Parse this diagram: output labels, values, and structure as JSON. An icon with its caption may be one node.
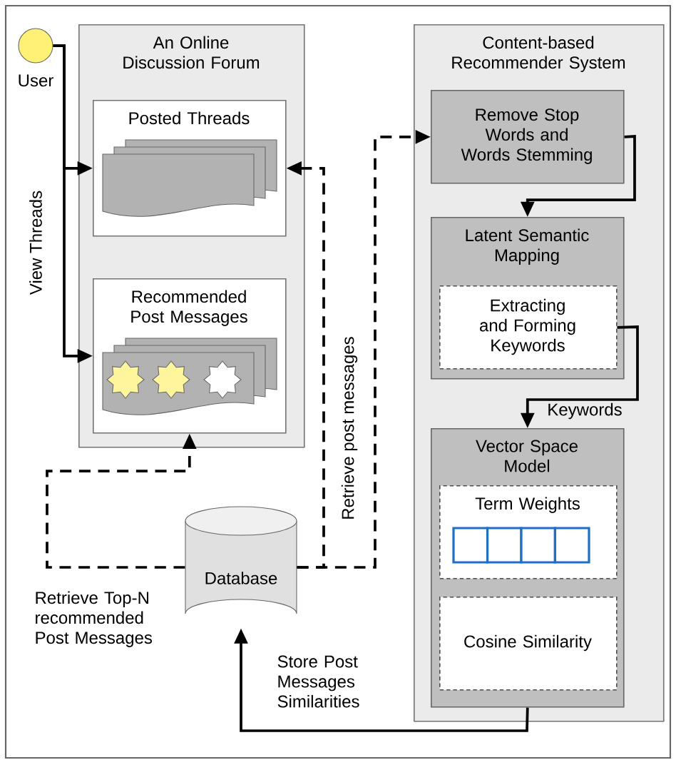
{
  "diagram": {
    "nodes": [
      {
        "text": [],
        "shape": "circle",
        "beside": [
          "User"
        ]
      },
      {
        "text": [
          "An Online Discussion Forum"
        ]
      },
      {
        "text": [
          "Posted Threads"
        ],
        "in": 1
      },
      {
        "text": [
          "Recommended Post Messages"
        ],
        "in": 1
      },
      {
        "text": [
          "Database"
        ]
      },
      {
        "text": [
          "Content-based Recommender System"
        ]
      },
      {
        "text": [
          "Remove Stop Words and Words Stemming"
        ],
        "in": 5
      },
      {
        "text": [
          "Latent Semantic Mapping"
        ],
        "in": 5
      },
      {
        "text": [
          "Extracting and Forming Keywords"
        ],
        "in": 7
      },
      {
        "text": [
          "Vector Space Model"
        ],
        "in": 5
      },
      {
        "text": [
          "Term Weights"
        ],
        "in": 9
      },
      {
        "text": [
          "Cosine Similarity"
        ],
        "in": 9
      }
    ],
    "edges": [
      {
        "from": 0,
        "to": 2,
        "arrow": "to",
        "label": "View Threads"
      },
      {
        "from": 0,
        "to": 3,
        "arrow": "to"
      },
      {
        "from": 4,
        "to": 2,
        "arrow": "to",
        "style": "dashed",
        "label": "Retrieve post messages"
      },
      {
        "from": 4,
        "to": 6,
        "arrow": "to",
        "style": "dashed"
      },
      {
        "from": 4,
        "to": 3,
        "arrow": "to",
        "style": "dashed",
        "label": "Retrieve Top-N recommended Post Messages"
      },
      {
        "from": 6,
        "to": 7,
        "arrow": "to"
      },
      {
        "from": 8,
        "to": 9,
        "arrow": "to",
        "label": "Keywords"
      },
      {
        "from": 9,
        "to": 4,
        "arrow": "to",
        "label": "Store Post Messages Similarities"
      }
    ]
  }
}
